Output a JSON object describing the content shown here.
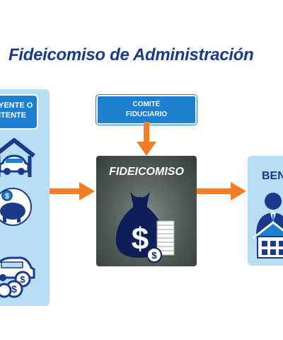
{
  "title": "Fideicomiso de Administración",
  "left_box": {
    "line1": "YENTE O",
    "line2": "ITENTE"
  },
  "comite": {
    "line1": "COMITÉ",
    "line2": "FIDUCIARIO"
  },
  "center": {
    "label": "FIDEICOMISO"
  },
  "right": {
    "label": "BEN"
  },
  "colors": {
    "title": "#1b3a8c",
    "accent_blue": "#1d7fcf",
    "panel_light": "#b7def3",
    "arrow_orange": "#f07e26",
    "center_box": "#4f5a57"
  },
  "icons": [
    "house-car-icon",
    "piggy-bank-icon",
    "car-coins-icon",
    "money-bag-icon",
    "coin-stack-icon",
    "businessman-icon",
    "house-icon"
  ]
}
